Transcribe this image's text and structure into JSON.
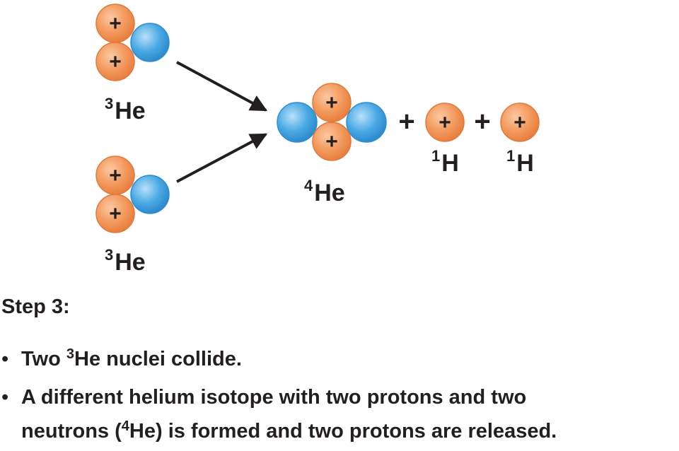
{
  "nuclei": {
    "he3_top": {
      "mass": "3",
      "symbol": "He"
    },
    "he3_bottom": {
      "mass": "3",
      "symbol": "He"
    },
    "he4": {
      "mass": "4",
      "symbol": "He"
    },
    "h1_first": {
      "mass": "1",
      "symbol": "H"
    },
    "h1_second": {
      "mass": "1",
      "symbol": "H"
    }
  },
  "symbols": {
    "proton_charge": "+",
    "plus_sign": "+"
  },
  "colors": {
    "proton": "#f39a5e",
    "proton_edge": "#e2793a",
    "neutron": "#4aa9e4",
    "neutron_edge": "#2f8fce",
    "ink": "#231f20"
  },
  "step": {
    "title": "Step 3:",
    "bullet1": {
      "before": "Two ",
      "sup": "3",
      "after": "He nuclei collide."
    },
    "bullet2_line1": "A different helium isotope with two protons and two",
    "bullet2_line2": {
      "before": "neutrons (",
      "sup": "4",
      "after": "He) is formed and two protons are released."
    }
  }
}
